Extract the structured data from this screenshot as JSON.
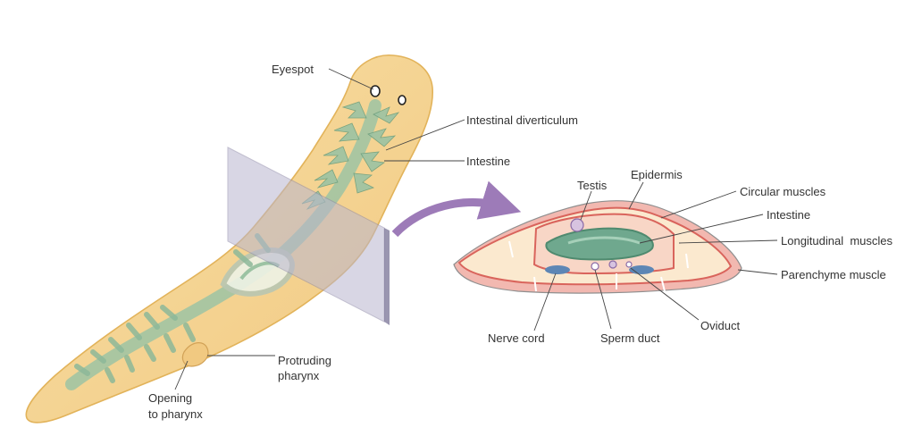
{
  "labels": {
    "eyespot": "Eyespot",
    "intestinal_diverticulum": "Intestinal diverticulum",
    "intestine_left": "Intestine",
    "protruding_pharynx": [
      "Protruding",
      "pharynx"
    ],
    "opening_to_pharynx": [
      "Opening",
      "to pharynx"
    ],
    "testis": "Testis",
    "epidermis": "Epidermis",
    "circular_muscles": "Circular muscles",
    "intestine_right": "Intestine",
    "longitudinal_muscles": "Longitudinal  muscles",
    "parenchyme_muscle": "Parenchyme muscle",
    "nerve_cord": "Nerve cord",
    "sperm_duct": "Sperm duct",
    "oviduct": "Oviduct"
  },
  "colors": {
    "body_fill": "#f6d89a",
    "body_edge": "#e2b35a",
    "gut": "#9cc3a3",
    "gut_edge": "#6f9f7d",
    "plane": "#b9b6cf",
    "arrow": "#9d7bb8",
    "section_outer": "#f2b8b0",
    "section_inner": "#fbe9cf",
    "section_red": "#d9645c",
    "section_gut": "#6fa88e",
    "blue_duct": "#5d86b5"
  }
}
